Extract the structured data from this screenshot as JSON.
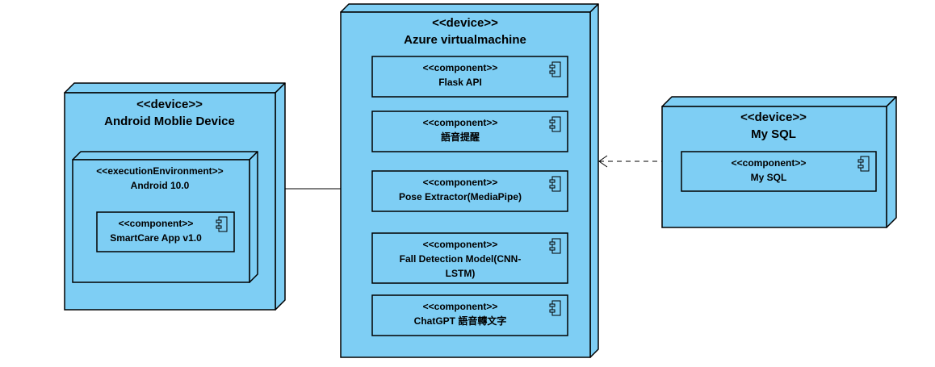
{
  "colors": {
    "node_fill": "#7ecef4",
    "node_shade": "#5fb8e6",
    "stroke": "#000000",
    "background": "#ffffff"
  },
  "android": {
    "stereotype": "<<device>>",
    "name": "Android Moblie Device",
    "exec_env": {
      "stereotype": "<<executionEnvironment>>",
      "name": "Android 10.0",
      "component": {
        "stereotype": "<<component>>",
        "name": "SmartCare App v1.0"
      }
    }
  },
  "azure": {
    "stereotype": "<<device>>",
    "name": "Azure virtualmachine",
    "components": [
      {
        "stereotype": "<<component>>",
        "lines": [
          "Flask API"
        ]
      },
      {
        "stereotype": "<<component>>",
        "lines": [
          "語音提醒"
        ]
      },
      {
        "stereotype": "<<component>>",
        "lines": [
          "Pose Extractor(MediaPipe)"
        ]
      },
      {
        "stereotype": "<<component>>",
        "lines": [
          "Fall Detection Model(CNN-",
          "LSTM)"
        ]
      },
      {
        "stereotype": "<<component>>",
        "lines": [
          "ChatGPT 語音轉文字"
        ]
      }
    ]
  },
  "mysql": {
    "stereotype": "<<device>>",
    "name": "My SQL",
    "component": {
      "stereotype": "<<component>>",
      "name": "My SQL"
    }
  },
  "connections": [
    {
      "from": "android",
      "to": "azure",
      "style": "solid"
    },
    {
      "from": "mysql",
      "to": "azure",
      "style": "dashed",
      "arrow": "open"
    }
  ]
}
